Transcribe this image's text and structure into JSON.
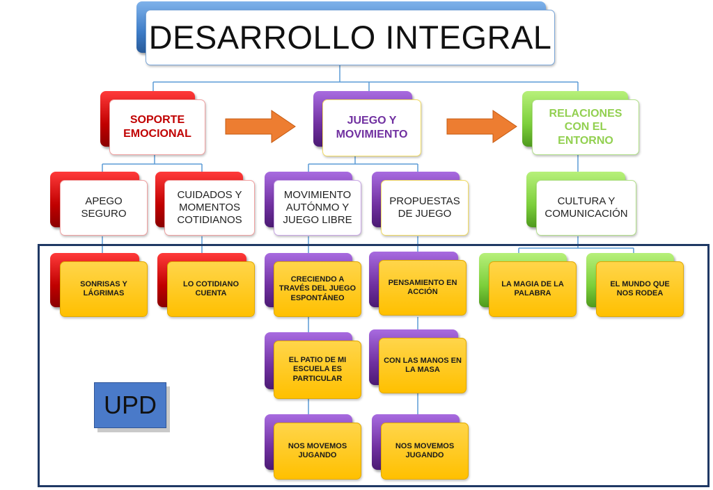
{
  "title": "DESARROLLO INTEGRAL",
  "branches": [
    {
      "label": "SOPORTE EMOCIONAL",
      "color": "#c00000",
      "subtopics": [
        {
          "label": "APEGO SEGURO",
          "activities": [
            "SONRISAS Y LÁGRIMAS"
          ]
        },
        {
          "label": "CUIDADOS Y MOMENTOS COTIDIANOS",
          "activities": [
            "LO COTIDIANO CUENTA"
          ]
        }
      ]
    },
    {
      "label": "JUEGO Y MOVIMIENTO",
      "color": "#7030a0",
      "subtopics": [
        {
          "label": "MOVIMIENTO AUTÓNMO Y JUEGO LIBRE",
          "activities": [
            "CRECIENDO A TRAVÉS DEL JUEGO ESPONTÁNEO",
            "EL PATIO DE  MI ESCUELA ES PARTICULAR",
            "NOS MOVEMOS JUGANDO"
          ]
        },
        {
          "label": "PROPUESTAS DE JUEGO",
          "activities": [
            "PENSAMIENTO EN ACCIÓN",
            "CON LAS MANOS EN LA MASA",
            "NOS MOVEMOS JUGANDO"
          ]
        }
      ]
    },
    {
      "label": "RELACIONES CON EL ENTORNO",
      "color": "#92d050",
      "subtopics": [
        {
          "label": "CULTURA Y COMUNICACIÓN",
          "activities": [
            "LA MAGIA DE LA PALABRA",
            "EL MUNDO QUE NOS RODEA"
          ]
        }
      ]
    }
  ],
  "upd_label": "UPD",
  "colors": {
    "arrow": "#ed7d31",
    "activity_box": "#ffc000",
    "frame": "#1f3864",
    "upd_box": "#4a7ac9",
    "connector": "#5b9bd5"
  }
}
